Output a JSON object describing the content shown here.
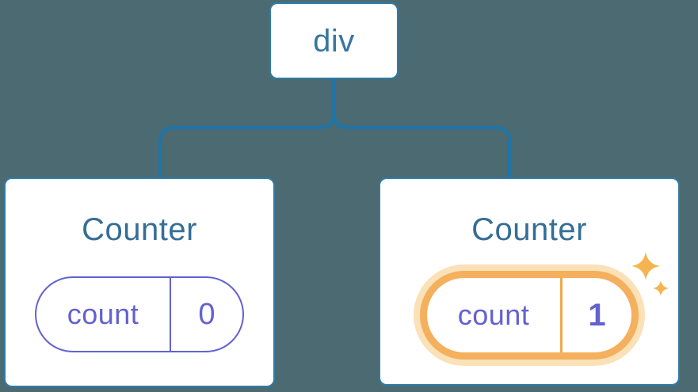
{
  "diagram": {
    "root": {
      "label": "div"
    },
    "children": [
      {
        "title": "Counter",
        "state": {
          "key": "count",
          "value": "0"
        },
        "highlighted": false
      },
      {
        "title": "Counter",
        "state": {
          "key": "count",
          "value": "1"
        },
        "highlighted": true
      }
    ]
  },
  "icons": {
    "sparkles": "sparkles-icon"
  },
  "colors": {
    "background": "#4C6A72",
    "connector_blue": "#2174A6",
    "node_border_blue": "#2E7CA8",
    "node_text_blue": "#35779F",
    "title_blue": "#356E96",
    "state_purple": "#6361D2",
    "highlight_orange": "#F4B05C",
    "highlight_glow": "#FAE1B7",
    "highlight_divider": "#F0A94E",
    "sparkle_orange": "#F5B44F",
    "card_background": "#FFFFFF"
  }
}
